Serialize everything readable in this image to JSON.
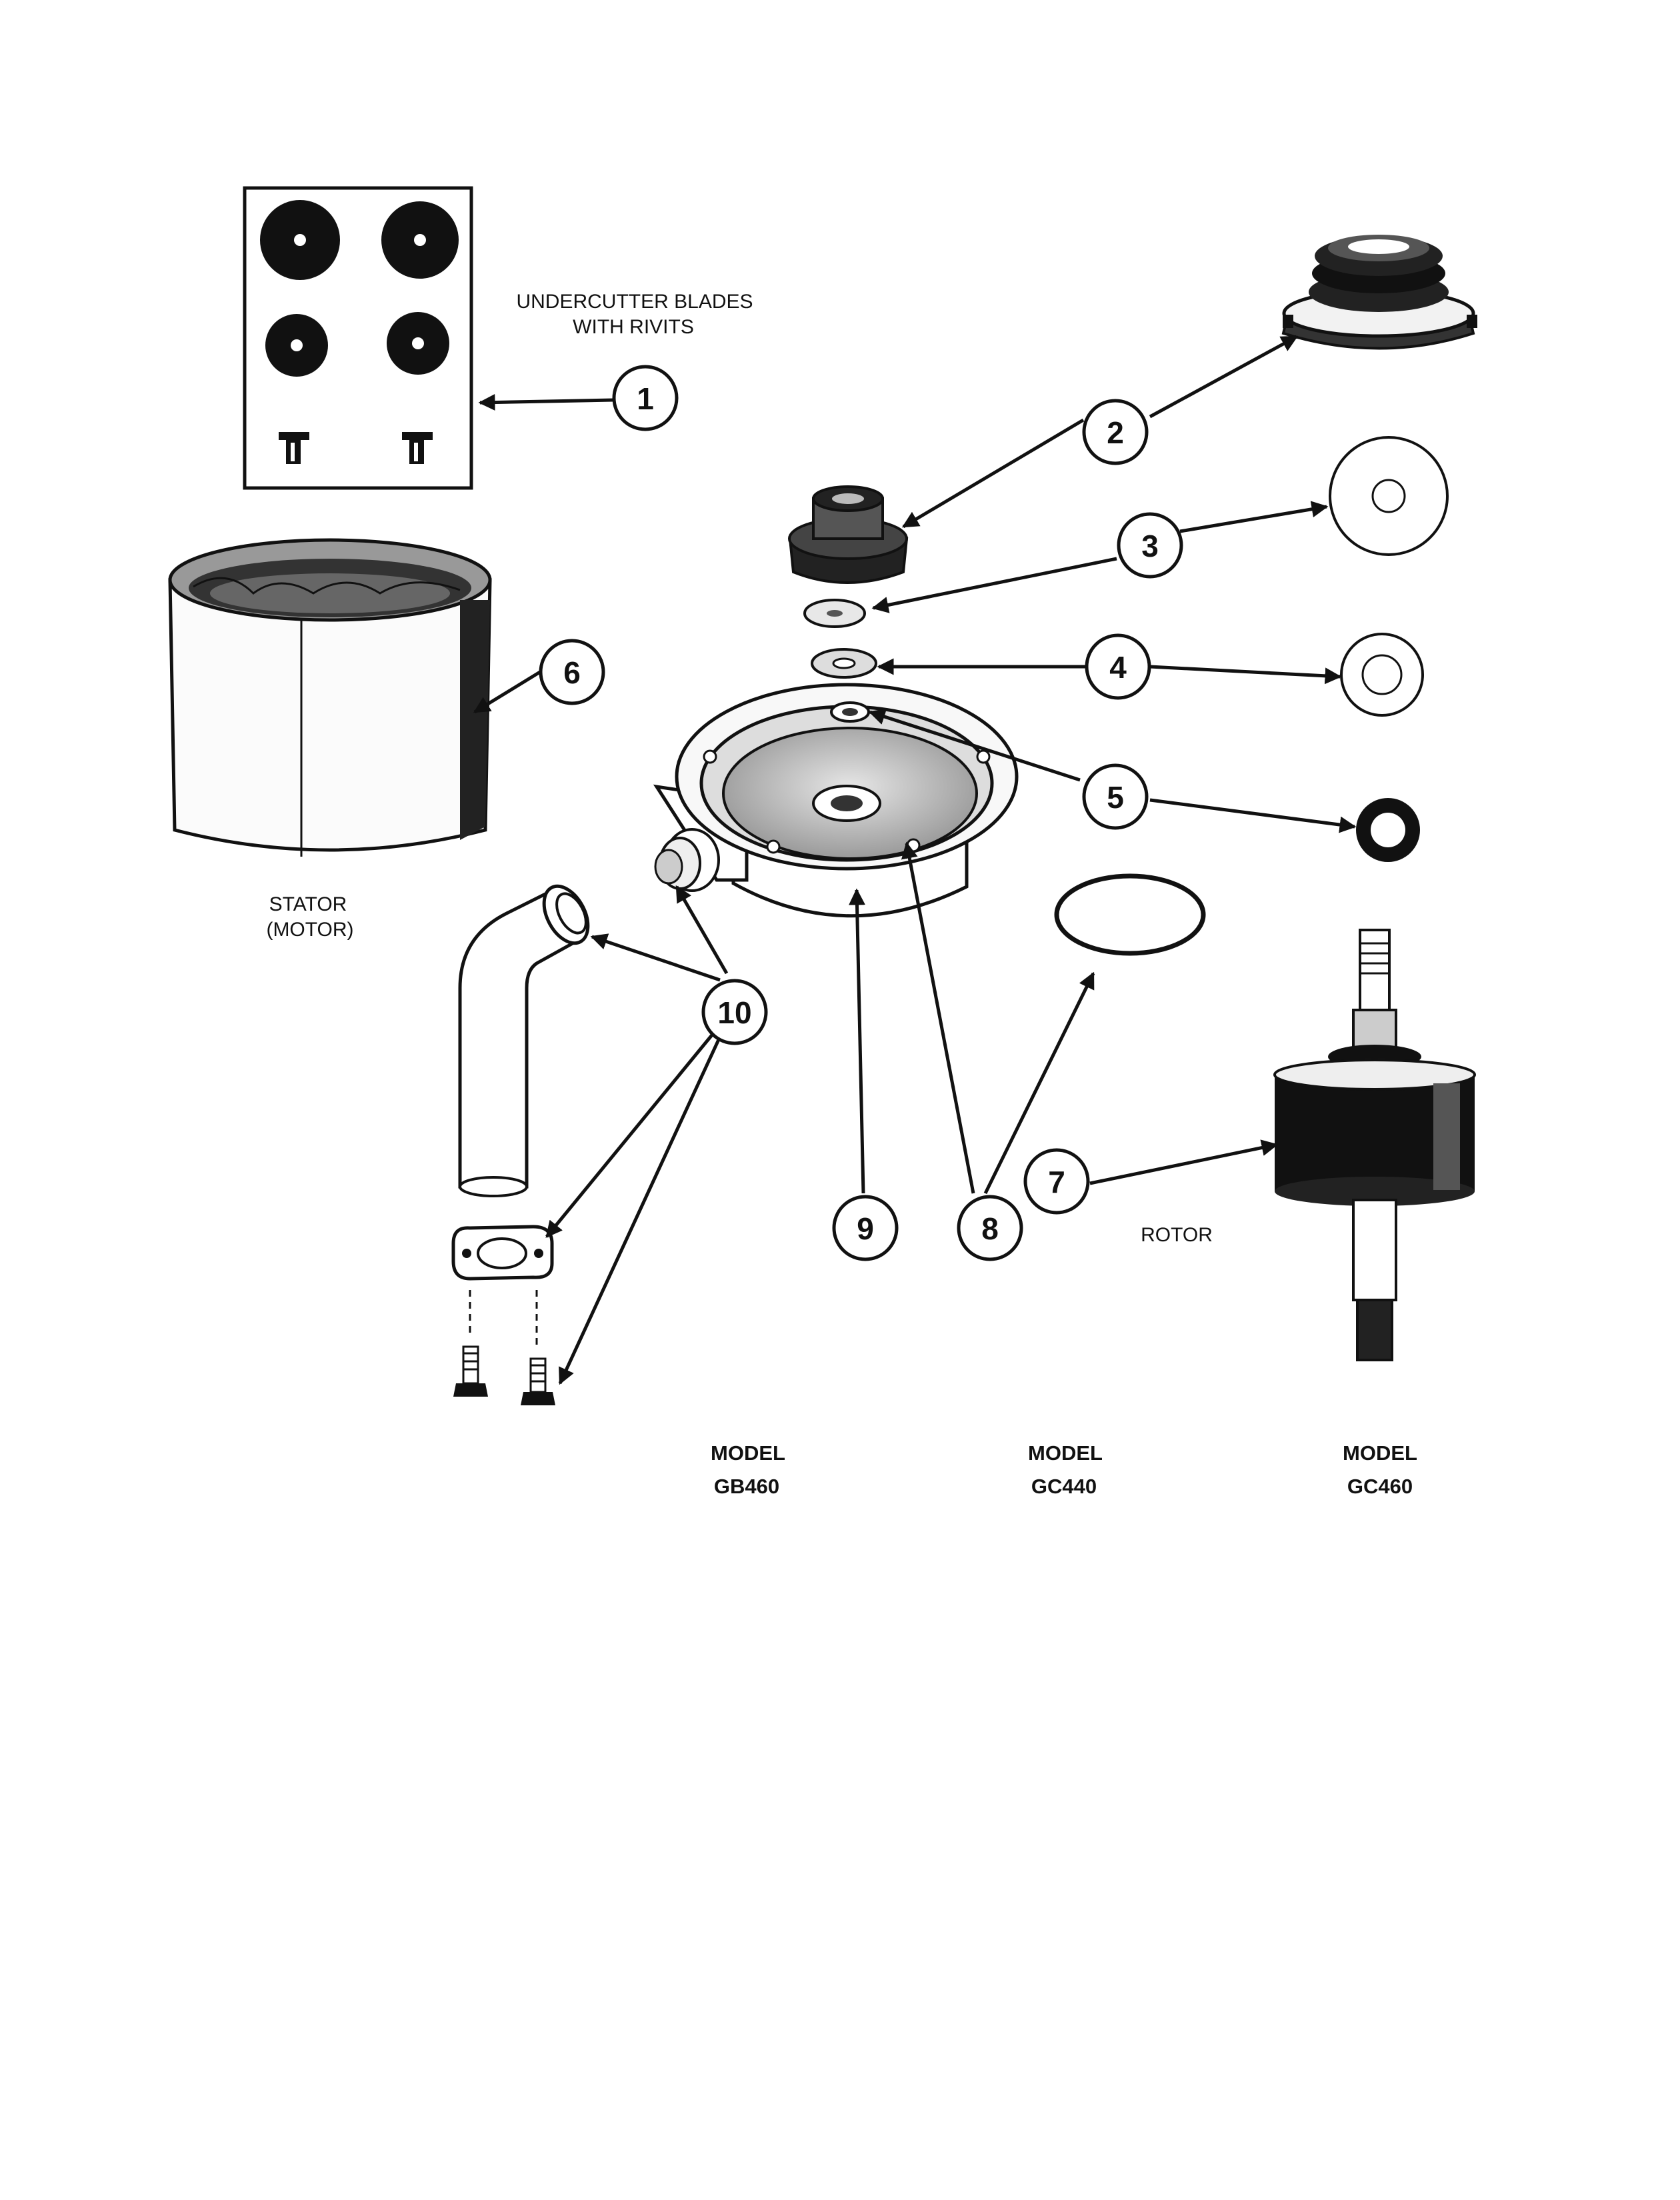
{
  "labels": {
    "blades_line1": "UNDERCUTTER BLADES",
    "blades_line2": "WITH RIVITS",
    "stator_line1": "STATOR",
    "stator_line2": "(MOTOR)",
    "rotor": "ROTOR"
  },
  "callouts": [
    "1",
    "2",
    "3",
    "4",
    "5",
    "6",
    "7",
    "8",
    "9",
    "10"
  ],
  "models": [
    {
      "line1": "MODEL",
      "line2": "GB460"
    },
    {
      "line1": "MODEL",
      "line2": "GC440"
    },
    {
      "line1": "MODEL",
      "line2": "GC460"
    }
  ]
}
